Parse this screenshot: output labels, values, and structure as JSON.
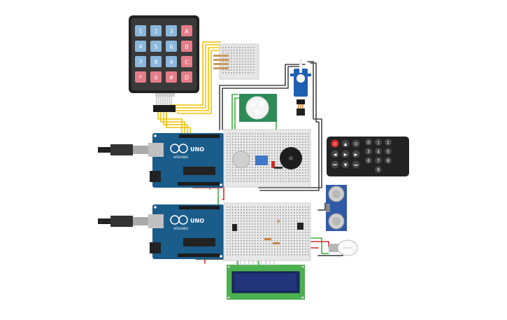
{
  "keypad": {
    "keys": [
      "1",
      "2",
      "3",
      "A",
      "4",
      "5",
      "6",
      "B",
      "7",
      "8",
      "9",
      "C",
      "*",
      "0",
      "#",
      "D"
    ]
  },
  "arduino_top": {
    "brand": "UNO",
    "sub": "ARDUINO"
  },
  "arduino_bottom": {
    "brand": "UNO",
    "sub": "ARDUINO"
  },
  "remote": {
    "rows": [
      [
        "⏻",
        "▲",
        "⏻"
      ],
      [
        "◀",
        "▶",
        "▶"
      ],
      [
        "⏮",
        "▼",
        "⏭"
      ]
    ],
    "numbers": [
      [
        "0",
        "1",
        "2"
      ],
      [
        "3",
        "4",
        "5"
      ],
      [
        "6",
        "7",
        "8"
      ],
      [
        "9"
      ]
    ]
  },
  "colors": {
    "arduino": "#1a5c8a",
    "board": "#e8e8e8",
    "wire_yellow": "#f2c300",
    "wire_green": "#3dad3d",
    "wire_red": "#d62828",
    "wire_black": "#333333",
    "pir": "#2e8b57",
    "lcd": "#4caf50",
    "lcd_screen": "#1b2a66",
    "ultrasonic": "#2f5aa8",
    "remote": "#222222"
  }
}
